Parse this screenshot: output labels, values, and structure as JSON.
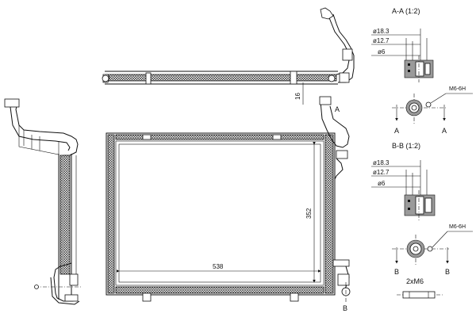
{
  "labels": {
    "dim_width": "538",
    "dim_height": "352",
    "dim_side": "16",
    "view_a_tag": "A",
    "view_b_tag": "B",
    "section_aa_title": "A-A (1:2)",
    "section_bb_title": "B-B (1:2)",
    "aa_d1": "ø18.3",
    "aa_d2": "ø12.7",
    "aa_d3": "ø6",
    "aa_thread": "M6-6H",
    "aa_arrow_left": "A",
    "aa_arrow_right": "A",
    "bb_d1": "ø18.3",
    "bb_d2": "ø12.7",
    "bb_d3": "ø6",
    "bb_thread": "M6-6H",
    "bb_arrow_left": "B",
    "bb_arrow_right": "B",
    "bolt_note": "2xM6"
  }
}
